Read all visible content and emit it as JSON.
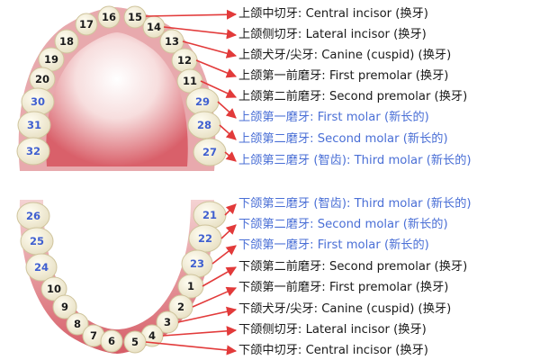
{
  "colors": {
    "arrow": "#e23a3a",
    "baby_label": "#1a1a1a",
    "permanent_label": "#4a6fd6",
    "baby_number": "#1a1a1a",
    "permanent_number": "#3f5fd0"
  },
  "labels": {
    "upper": [
      {
        "text": "上颌中切牙: Central incisor (换牙)",
        "type": "baby"
      },
      {
        "text": "上颌侧切牙: Lateral incisor (换牙)",
        "type": "baby"
      },
      {
        "text": "上颌犬牙/尖牙: Canine (cuspid) (换牙)",
        "type": "baby"
      },
      {
        "text": "上颌第一前磨牙: First premolar (换牙)",
        "type": "baby"
      },
      {
        "text": "上颌第二前磨牙: Second premolar (换牙)",
        "type": "baby"
      },
      {
        "text": "上颌第一磨牙: First molar (新长的)",
        "type": "permanent"
      },
      {
        "text": "上颌第二磨牙: Second molar (新长的)",
        "type": "permanent"
      },
      {
        "text": "上颌第三磨牙 (智齿): Third molar (新长的)",
        "type": "permanent"
      }
    ],
    "lower": [
      {
        "text": "下颌第三磨牙 (智齿): Third molar (新长的)",
        "type": "permanent"
      },
      {
        "text": "下颌第二磨牙: Second molar (新长的)",
        "type": "permanent"
      },
      {
        "text": "下颌第一磨牙: First molar (新长的)",
        "type": "permanent"
      },
      {
        "text": "下颌第二前磨牙: Second premolar (换牙)",
        "type": "baby"
      },
      {
        "text": "下颌第一前磨牙: First premolar (换牙)",
        "type": "baby"
      },
      {
        "text": "下颌犬牙/尖牙: Canine (cuspid) (换牙)",
        "type": "baby"
      },
      {
        "text": "下颌侧切牙: Lateral incisor (换牙)",
        "type": "baby"
      },
      {
        "text": "下颌中切牙: Central incisor (换牙)",
        "type": "baby"
      }
    ]
  },
  "teeth": {
    "upper_left": [
      "16",
      "17",
      "18",
      "19",
      "20",
      "30",
      "31",
      "32"
    ],
    "upper_right": [
      "15",
      "14",
      "13",
      "12",
      "11",
      "29",
      "28",
      "27"
    ],
    "lower_left": [
      "26",
      "25",
      "24",
      "10",
      "9",
      "8",
      "7",
      "6"
    ],
    "lower_right": [
      "21",
      "22",
      "23",
      "1",
      "2",
      "3",
      "4",
      "5"
    ]
  }
}
